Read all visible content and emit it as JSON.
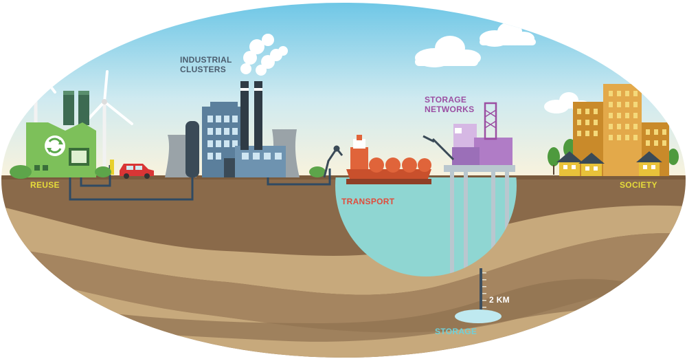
{
  "labels": {
    "industrial_line1": "INDUSTRIAL",
    "industrial_line2": "CLUSTERS",
    "storage_networks_line1": "STORAGE",
    "storage_networks_line2": "NETWORKS",
    "reuse": "REUSE",
    "transport": "TRANSPORT",
    "society": "SOCIETY",
    "depth": "2 KM",
    "storage": "STORAGE"
  },
  "colors": {
    "sky_top": "#6cc6e6",
    "sky_bottom": "#fbf3dc",
    "ground_top": "#8a6a4a",
    "ground_light": "#c7a97c",
    "ground_mid": "#a58560",
    "sea": "#8fd6d2",
    "pipe": "#2f4a63",
    "label_yellow": "#e6dc3a",
    "label_red": "#e04b3b",
    "label_purple": "#9b4fa2",
    "label_slate": "#4b5d6e",
    "label_cyan": "#6fd0d8"
  },
  "icons": [
    "wind-turbine-icon",
    "recycle-icon",
    "car-icon",
    "cooling-tower-icon",
    "factory-icon",
    "chimney-icon",
    "crane-icon",
    "ship-icon",
    "oil-platform-icon",
    "house-icon",
    "office-building-icon",
    "tree-icon",
    "cloud-icon"
  ]
}
